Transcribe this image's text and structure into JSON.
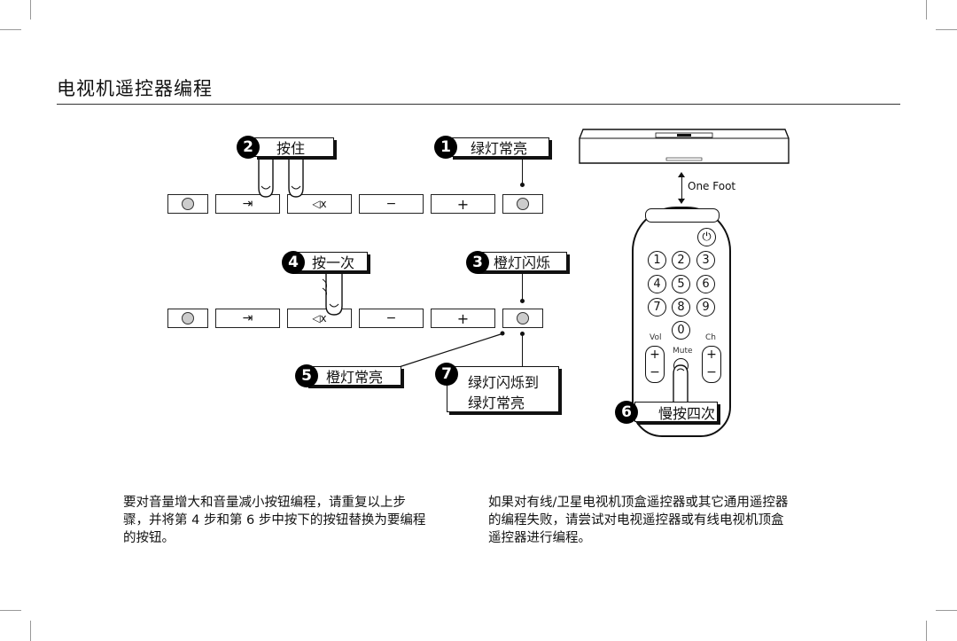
{
  "title": "电视机遥控器编程",
  "steps": {
    "s1": {
      "num": "1",
      "label": "绿灯常亮"
    },
    "s2": {
      "num": "2",
      "label": "按住"
    },
    "s3": {
      "num": "3",
      "label": "橙灯闪烁"
    },
    "s4": {
      "num": "4",
      "label": "按一次"
    },
    "s5": {
      "num": "5",
      "label": "橙灯常亮"
    },
    "s6": {
      "num": "6",
      "label": "慢按四次"
    },
    "s7": {
      "num": "7",
      "line1": "绿灯闪烁到",
      "line2": "绿灯常亮"
    }
  },
  "soundbar": {
    "distance_label": "One Foot"
  },
  "remote": {
    "digits": [
      "1",
      "2",
      "3",
      "4",
      "5",
      "6",
      "7",
      "8",
      "9",
      "0"
    ],
    "vol_label": "Vol",
    "ch_label": "Ch",
    "mute_label": "Mute",
    "power_icon": "power-icon"
  },
  "panel_buttons": [
    "led",
    "input",
    "mute",
    "minus",
    "plus",
    "led"
  ],
  "glyphs": {
    "input": "⇥",
    "mute": "🔇",
    "minus": "−",
    "plus": "+"
  },
  "paragraphs": {
    "left": [
      "要对音量增大和音量减小按钮编程，请重复以上步",
      "骤，并将第 4 步和第 6 步中按下的按钮替换为要编程",
      "的按钮。"
    ],
    "right": [
      "如果对有线/卫星电视机顶盒遥控器或其它通用遥控器",
      "的编程失败，请尝试对电视遥控器或有线电视机顶盒",
      "遥控器进行编程。"
    ]
  }
}
